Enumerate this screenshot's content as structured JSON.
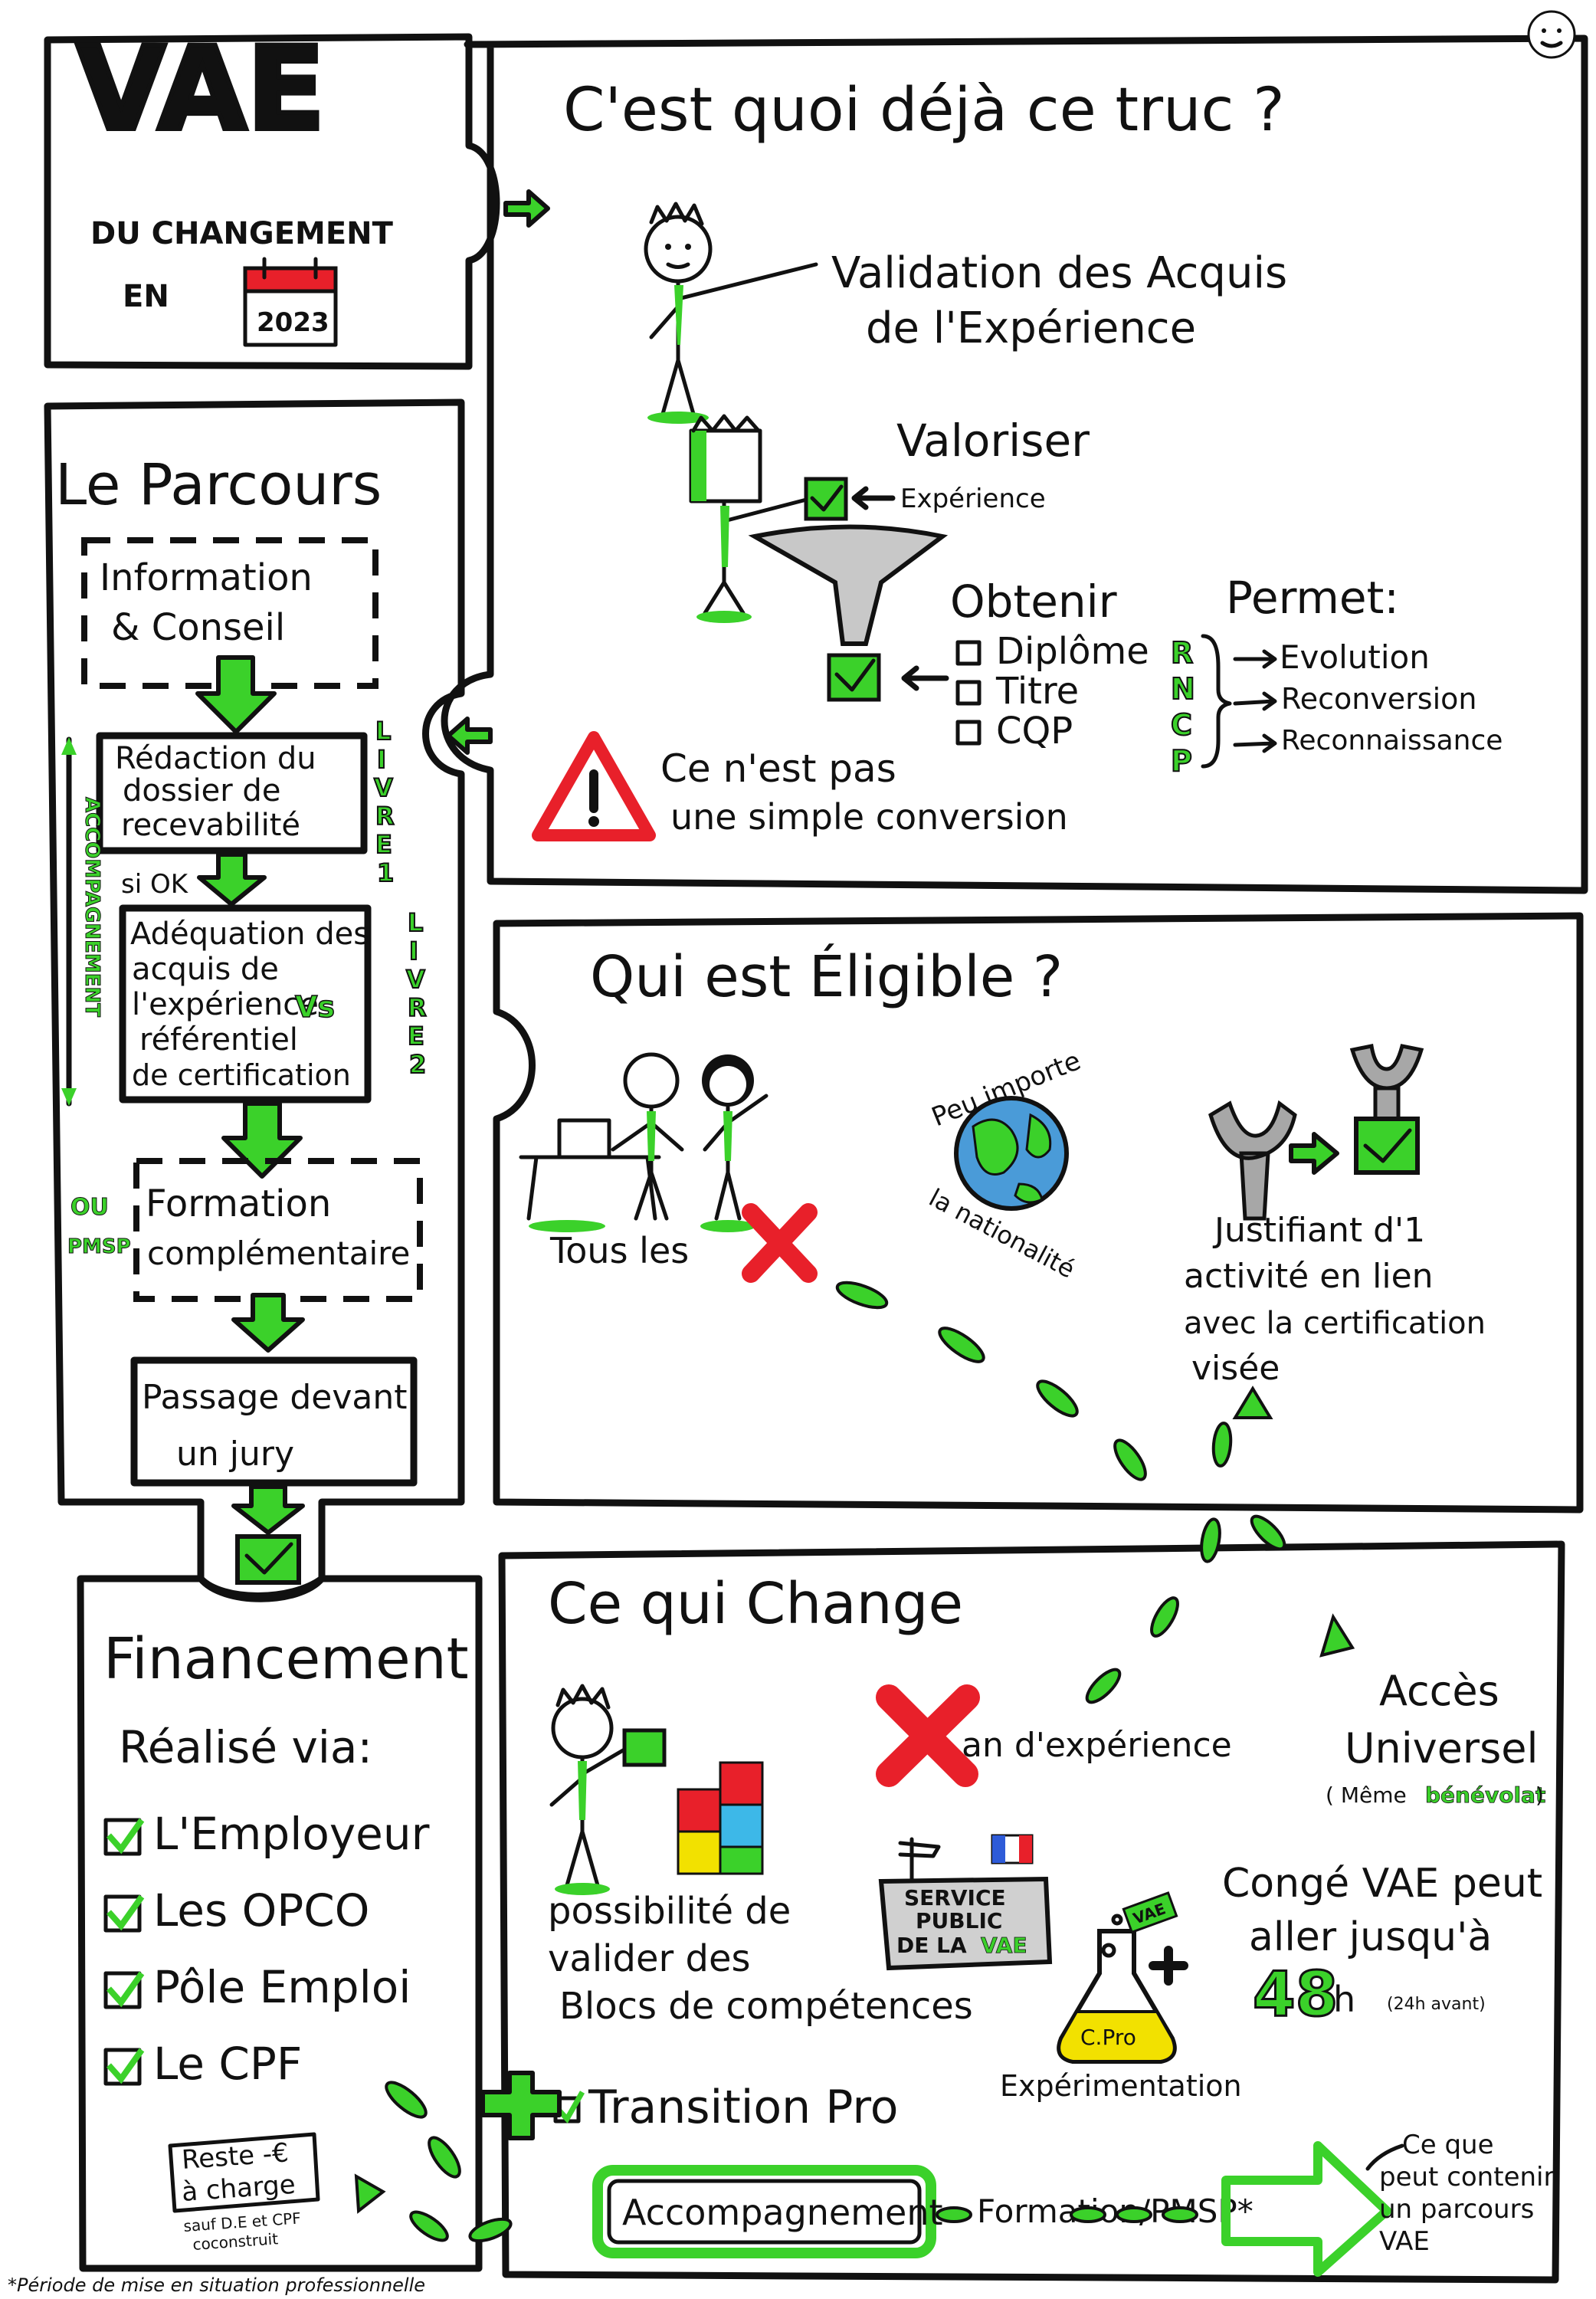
{
  "header": {
    "title": "VAE",
    "subtitle_line1": "DU CHANGEMENT",
    "subtitle_line2": "EN",
    "calendar_year": "2023"
  },
  "what": {
    "title": "C'est quoi déjà ce truc ?",
    "acronym_line1": "Validation des Acquis",
    "acronym_line2": "de l'Expérience",
    "valoriser": "Valoriser",
    "experience_label": "Expérience",
    "obtenir": "Obtenir",
    "options": [
      "Diplôme",
      "Titre",
      "CQP"
    ],
    "rncp": "RNCP",
    "permet": "Permet:",
    "benefits": [
      "Evolution",
      "Reconversion",
      "Reconnaissance"
    ],
    "warning_line1": "Ce n'est pas",
    "warning_line2": "une simple conversion"
  },
  "parcours": {
    "title": "Le Parcours",
    "step1": [
      "Information",
      "& Conseil"
    ],
    "step2": [
      "Rédaction du",
      "dossier de",
      "recevabilité"
    ],
    "livre1": "LIVRE 1",
    "si_ok": "si OK",
    "step3": [
      "Adéquation des",
      "acquis de",
      "l'expérience",
      "référentiel",
      "de certification"
    ],
    "vs": "Vs",
    "livre2": "LIVRE 2",
    "accompagnement_side": "ACCOMPAGNEMENT",
    "ou": "OU",
    "pmsp": "PMSP",
    "step4": [
      "Formation",
      "complémentaire"
    ],
    "step5": [
      "Passage devant",
      "un jury"
    ]
  },
  "eligible": {
    "title": "Qui est Éligible ?",
    "tous_les": "Tous les",
    "peu_importe_1": "Peu importe",
    "peu_importe_2": "la nationalité",
    "justifiant": [
      "Justifiant d'1",
      "activité en lien",
      "avec la certification",
      "visée"
    ]
  },
  "financement": {
    "title": "Financement",
    "via": "Réalisé via:",
    "items": [
      "L'Employeur",
      "Les OPCO",
      "Pôle Emploi",
      "Le CPF"
    ],
    "reste_line1": "Reste -€",
    "reste_line2": "à charge",
    "reste_note_1": "sauf D.E et CPF",
    "reste_note_2": "coconstruit"
  },
  "change": {
    "title": "Ce qui Change",
    "possibilite": [
      "possibilité de",
      "valider des",
      "Blocs de compétences"
    ],
    "experience": "an d'expérience",
    "acces": "Accès",
    "universel": "Universel",
    "meme": "( Même",
    "benevolat": "bénévolat",
    "meme_close": ")",
    "service_public": [
      "SERVICE",
      "PUBLIC",
      "DE LA"
    ],
    "service_vae": "VAE",
    "conge": [
      "Congé VAE peut",
      "aller jusqu'à"
    ],
    "hours": "48",
    "hours_unit": "h",
    "hours_note": "(24h avant)",
    "flask_label": "C.Pro",
    "flask_tag": "VAE",
    "experimentation": "Expérimentation",
    "transition": "Transition Pro",
    "accompagnement": "Accompagnement",
    "formation_pmsp": "Formation/PMSP*",
    "contenir": [
      "Ce que",
      "peut contenir",
      "un parcours",
      "VAE"
    ]
  },
  "footnote": "*Période de mise en situation professionnelle",
  "colors": {
    "accent": "#3bd12a",
    "ink": "#111111",
    "red": "#e8202a"
  }
}
